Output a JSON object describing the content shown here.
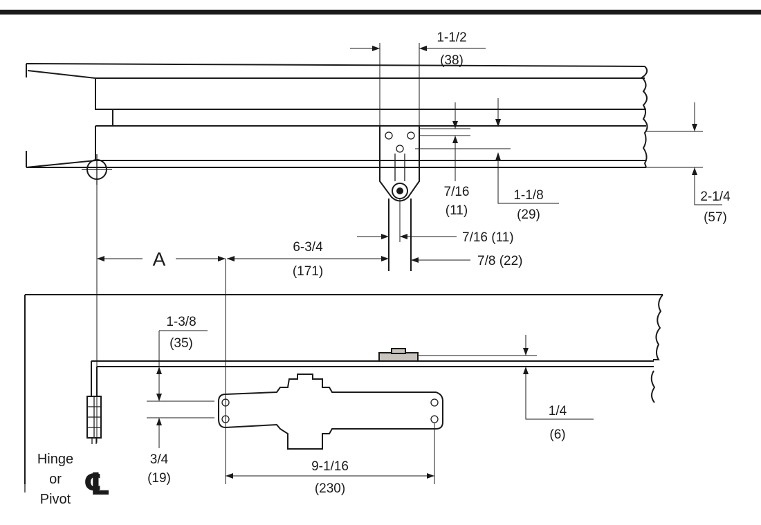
{
  "dimensions": {
    "arm_width": {
      "fraction": "1-1/2",
      "mm": "(38)"
    },
    "bracket_offset": {
      "fraction": "7/16",
      "mm": "(11)"
    },
    "frame_to_hole": {
      "fraction": "1-1/8",
      "mm": "(29)"
    },
    "frame_depth": {
      "fraction": "2-1/4",
      "mm": "(57)"
    },
    "slot_offset": {
      "label": "7/16 (11)"
    },
    "arm_thickness": {
      "label": "7/8 (22)"
    },
    "hinge_to_closer": {
      "label": "A"
    },
    "closer_to_arm": {
      "fraction": "6-3/4",
      "mm": "(171)"
    },
    "top_to_mount": {
      "fraction": "1-3/8",
      "mm": "(35)"
    },
    "door_gap": {
      "fraction": "1/4",
      "mm": "(6)"
    },
    "mount_height": {
      "fraction": "3/4",
      "mm": "(19)"
    },
    "closer_length": {
      "fraction": "9-1/16",
      "mm": "(230)"
    }
  },
  "hinge_label": {
    "line1": "Hinge",
    "line2": "or",
    "line3": "Pivot",
    "symbol": "℄"
  }
}
